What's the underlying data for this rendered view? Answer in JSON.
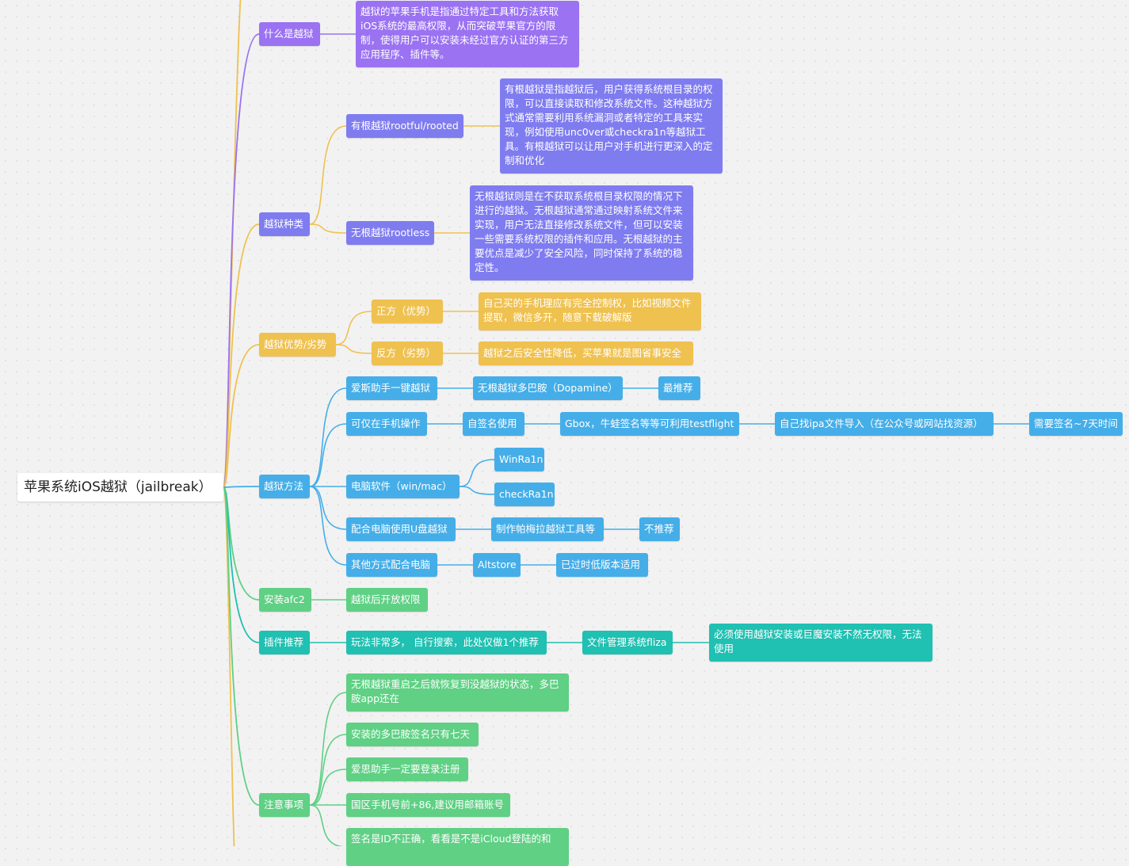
{
  "root": {
    "label": "苹果系统iOS越狱（jailbreak）"
  },
  "colors": {
    "purple": "#9b72f2",
    "violet": "#7f7cf0",
    "yellow": "#efc14f",
    "blue": "#45aee8",
    "green": "#5fd084",
    "teal": "#20c0b2"
  },
  "what": {
    "label": "什么是越狱",
    "desc": "越狱的苹果手机是指通过特定工具和方法获取iOS系统的最高权限，从而突破苹果官方的限制，使得用户可以安装未经过官方认证的第三方应用程序、插件等。"
  },
  "types": {
    "label": "越狱种类",
    "rootful": {
      "label": "有根越狱rootful/rooted",
      "desc": "有根越狱是指越狱后，用户获得系统根目录的权限，可以直接读取和修改系统文件。这种越狱方式通常需要利用系统漏洞或者特定的工具来实现，例如使用unc0ver或checkra1n等越狱工具。有根越狱可以让用户对手机进行更深入的定制和优化"
    },
    "rootless": {
      "label": "无根越狱rootless",
      "desc": "无根越狱则是在不获取系统根目录权限的情况下进行的越狱。无根越狱通常通过映射系统文件来实现，用户无法直接修改系统文件，但可以安装一些需要系统权限的插件和应用。无根越狱的主要优点是减少了安全风险，同时保持了系统的稳定性。"
    }
  },
  "proscons": {
    "label": "越狱优势/劣势",
    "pro": {
      "label": "正方（优势）",
      "desc": "自己买的手机理应有完全控制权，比如视频文件提取，微信多开，随意下载破解版"
    },
    "con": {
      "label": "反方（劣势）",
      "desc": "越狱之后安全性降低，买苹果就是图省事安全"
    }
  },
  "methods": {
    "label": "越狱方法",
    "aisi": {
      "label": "爱斯助手一键越狱",
      "child": "无根越狱多巴胺（Dopamine）",
      "leaf": "最推荐"
    },
    "phone": {
      "label": "可仅在手机操作",
      "c1": "自签名使用",
      "c2": "Gbox，牛蛙签名等等可利用testflight",
      "c3": "自己找ipa文件导入（在公众号或网站找资源）",
      "c4": "需要签名~7天时间"
    },
    "pc": {
      "label": "电脑软件（win/mac）",
      "c1": "WinRa1n",
      "c2": "checkRa1n"
    },
    "usb": {
      "label": "配合电脑使用U盘越狱",
      "child": "制作帕梅拉越狱工具等",
      "leaf": "不推荐"
    },
    "other": {
      "label": "其他方式配合电脑",
      "child": "Altstore",
      "leaf": "已过时低版本适用"
    }
  },
  "afc2": {
    "label": "安装afc2",
    "child": "越狱后开放权限"
  },
  "plugins": {
    "label": "插件推荐",
    "c1": "玩法非常多， 自行搜索，此处仅做1个推荐",
    "c2": "文件管理系统fliza",
    "c3": "必须使用越狱安装或巨魔安装不然无权限，无法使用"
  },
  "notes": {
    "label": "注意事项",
    "items": [
      "无根越狱重启之后就恢复到没越狱的状态，多巴胺app还在",
      "安装的多巴胺签名只有七天",
      "爱思助手一定要登录注册",
      "国区手机号前+86,建议用邮箱账号",
      "签名是ID不正确，看看是不是iCloud登陆的和"
    ]
  }
}
